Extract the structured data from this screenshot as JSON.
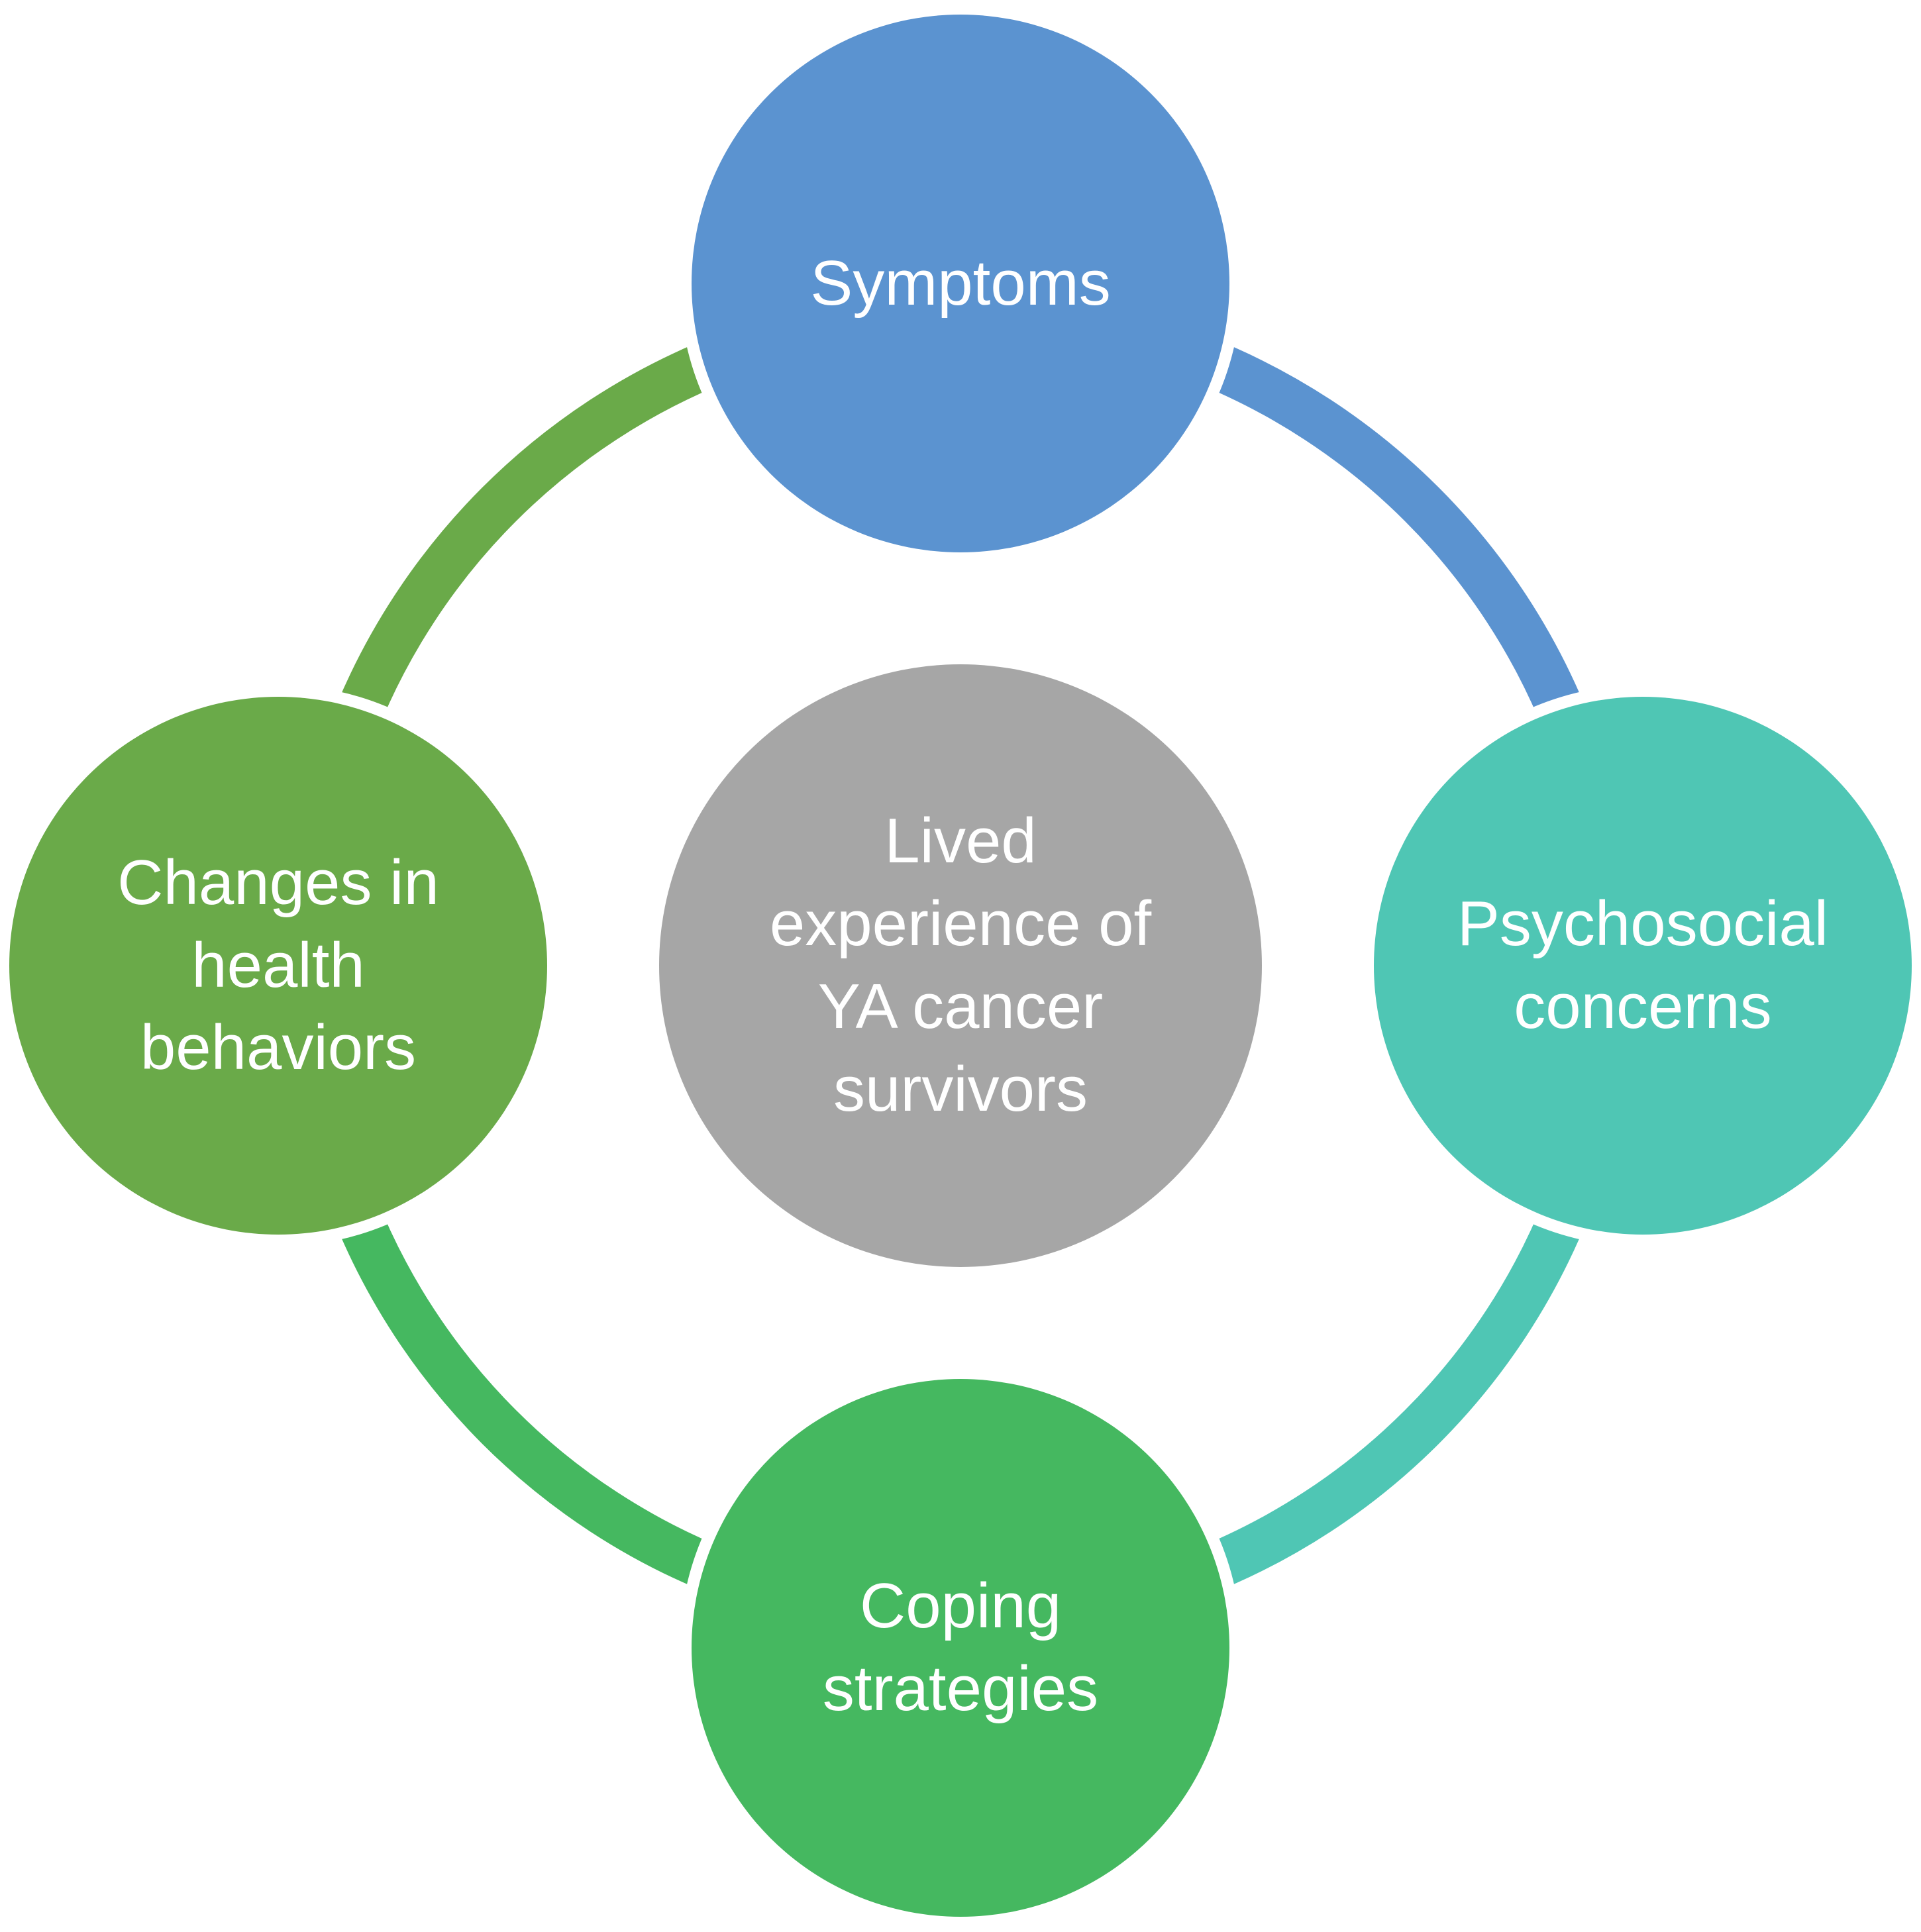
{
  "diagram": {
    "background": "#FFFFFF",
    "text_color": "#FFFFFF",
    "center_node": {
      "label": "Lived experience of YA cancer survivors",
      "lines": [
        "Lived",
        "experience of",
        "YA cancer",
        "survivors"
      ],
      "color": "#A6A6A6"
    },
    "nodes": [
      {
        "position": "top",
        "label": "Symptoms",
        "lines": [
          "Symptoms"
        ],
        "color": "#5B93D0"
      },
      {
        "position": "right",
        "label": "Psychosocial concerns",
        "lines": [
          "Psychosocial",
          "concerns"
        ],
        "color": "#4FC6B4"
      },
      {
        "position": "bottom",
        "label": "Coping strategies",
        "lines": [
          "Coping",
          "strategies"
        ],
        "color": "#45B860"
      },
      {
        "position": "left",
        "label": "Changes in health behaviors",
        "lines": [
          "Changes in",
          "health",
          "behaviors"
        ],
        "color": "#6AAA49"
      }
    ],
    "ring": {
      "segments": [
        {
          "from": "left",
          "to": "top",
          "color": "#6AAA49"
        },
        {
          "from": "top",
          "to": "right",
          "color": "#5B93D0"
        },
        {
          "from": "right",
          "to": "bottom",
          "color": "#4FC6B4"
        },
        {
          "from": "bottom",
          "to": "left",
          "color": "#45B860"
        }
      ]
    }
  }
}
